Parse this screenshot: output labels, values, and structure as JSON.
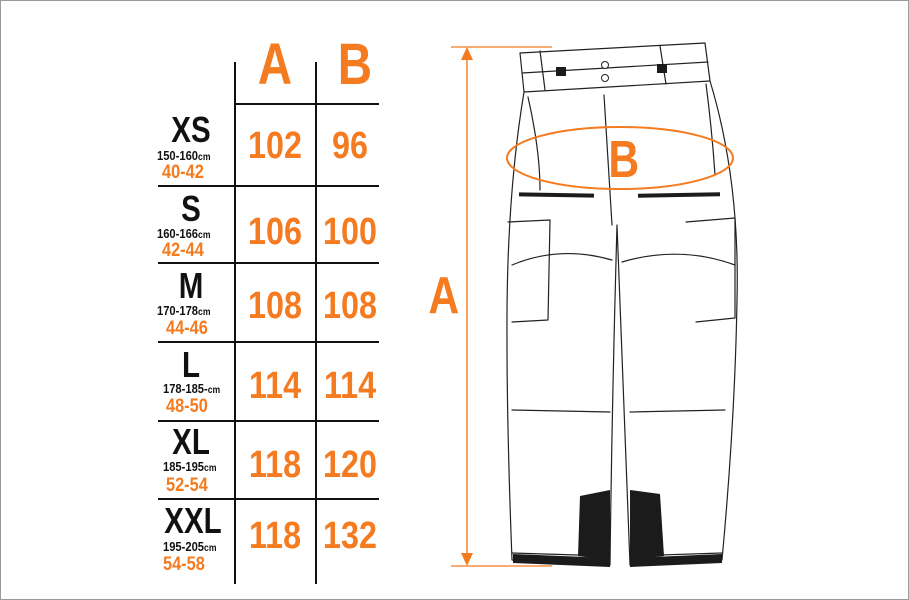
{
  "headers": {
    "a": "A",
    "b": "B"
  },
  "rows": [
    {
      "size": "XS",
      "height": "150-160",
      "unit": "cm",
      "eu": "40-42",
      "a": "102",
      "b": "96"
    },
    {
      "size": "S",
      "height": "160-166",
      "unit": "cm",
      "eu": "42-44",
      "a": "106",
      "b": "100"
    },
    {
      "size": "M",
      "height": "170-178",
      "unit": "cm",
      "eu": "44-46",
      "a": "108",
      "b": "108"
    },
    {
      "size": "L",
      "height": "178-185-",
      "unit": "cm",
      "eu": "48-50",
      "a": "114",
      "b": "114"
    },
    {
      "size": "XL",
      "height": "185-195",
      "unit": "cm",
      "eu": "52-54",
      "a": "118",
      "b": "120"
    },
    {
      "size": "XXL",
      "height": "195-205",
      "unit": "cm",
      "eu": "54-58",
      "a": "118",
      "b": "132"
    }
  ],
  "diagram": {
    "label_a": "A",
    "label_b": "B"
  },
  "colors": {
    "accent": "#f47b20",
    "ink": "#111111",
    "frame": "#9a9a9a"
  }
}
